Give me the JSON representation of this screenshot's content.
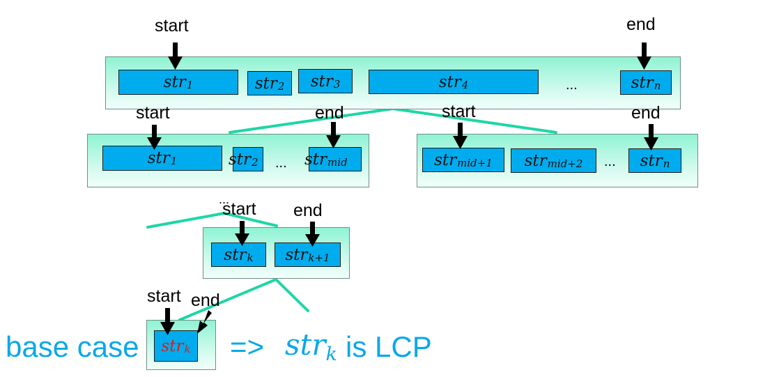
{
  "labels": {
    "start": "start",
    "end": "end",
    "ellipsis": "..."
  },
  "str": "str",
  "subs": {
    "s1": "1",
    "s2": "2",
    "s3": "3",
    "s4": "4",
    "n": "n",
    "mid": "mid",
    "mid1": "mid+1",
    "mid2": "mid+2",
    "k": "k",
    "k1": "k+1"
  },
  "caption": {
    "prefix": "base case",
    "arrow": "=>",
    "str": "str",
    "sub": "k",
    "suffix": "is LCP"
  },
  "colors": {
    "box": "#00acee",
    "line": "#1ed6a6",
    "caption": "#0aa8e8",
    "base_str": "#e01b1b"
  }
}
